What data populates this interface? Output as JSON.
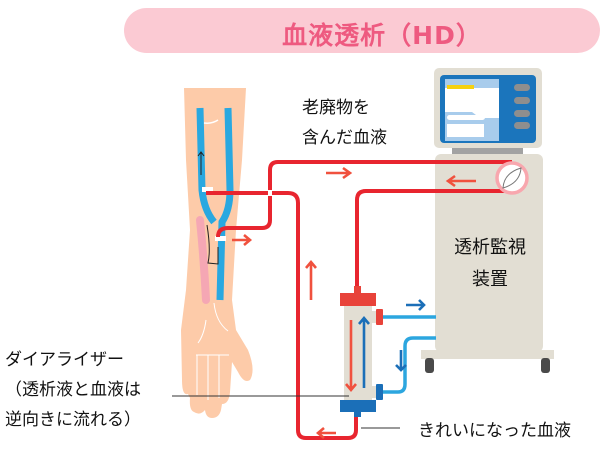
{
  "title": "血液透析（HD）",
  "labels": {
    "waste_blood": [
      "老廃物を",
      "含んだ血液"
    ],
    "monitor": [
      "透析監視",
      "装置"
    ],
    "dialyzer": [
      "ダイアライザー",
      "（透析液と血液は",
      "逆向きに流れる）"
    ],
    "clean_blood": "きれいになった血液"
  },
  "colors": {
    "banner_bg": "#FBCAD3",
    "title": "#EE5A80",
    "blood_tube": "#E8252F",
    "blood_arrow": "#F0513E",
    "dialysate_tube": "#2CA6DF",
    "dialysate_arrow": "#1B6FB8",
    "skin": "#FDCBA9",
    "vein": "#29A8E0",
    "machine_body": "#E2DED3",
    "screen": "#1B75BC"
  }
}
